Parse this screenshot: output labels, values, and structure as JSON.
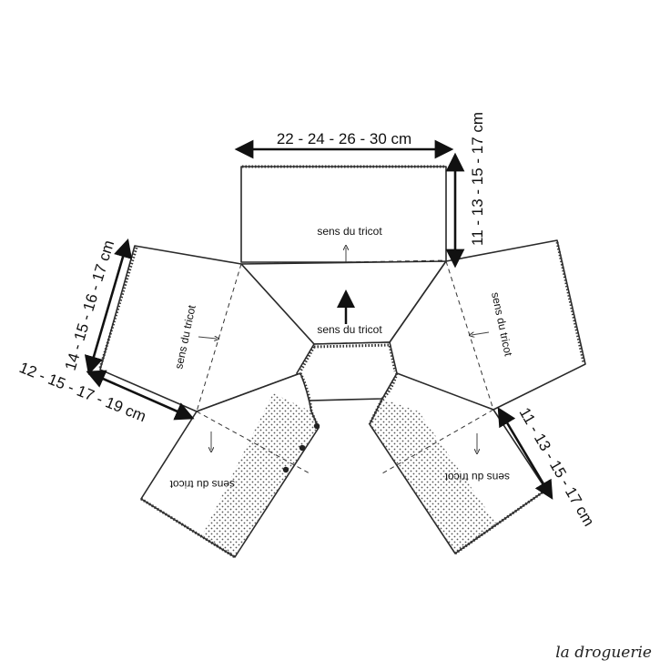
{
  "measurements": {
    "top_width": "22 - 24 - 26 - 30 cm",
    "back_height": "11 - 13 - 15 - 17 cm",
    "left_sleeve_length": "14 - 15 - 16 - 17 cm",
    "left_front_width": "12 - 15 - 17 - 19 cm",
    "right_front_height": "11 - 13 - 15 - 17 cm"
  },
  "labels": {
    "knit_direction": "sens du tricot"
  },
  "brand": "la droguerie",
  "colors": {
    "line": "#2a2a2a",
    "fill": "#ffffff",
    "texture": "#555555"
  }
}
